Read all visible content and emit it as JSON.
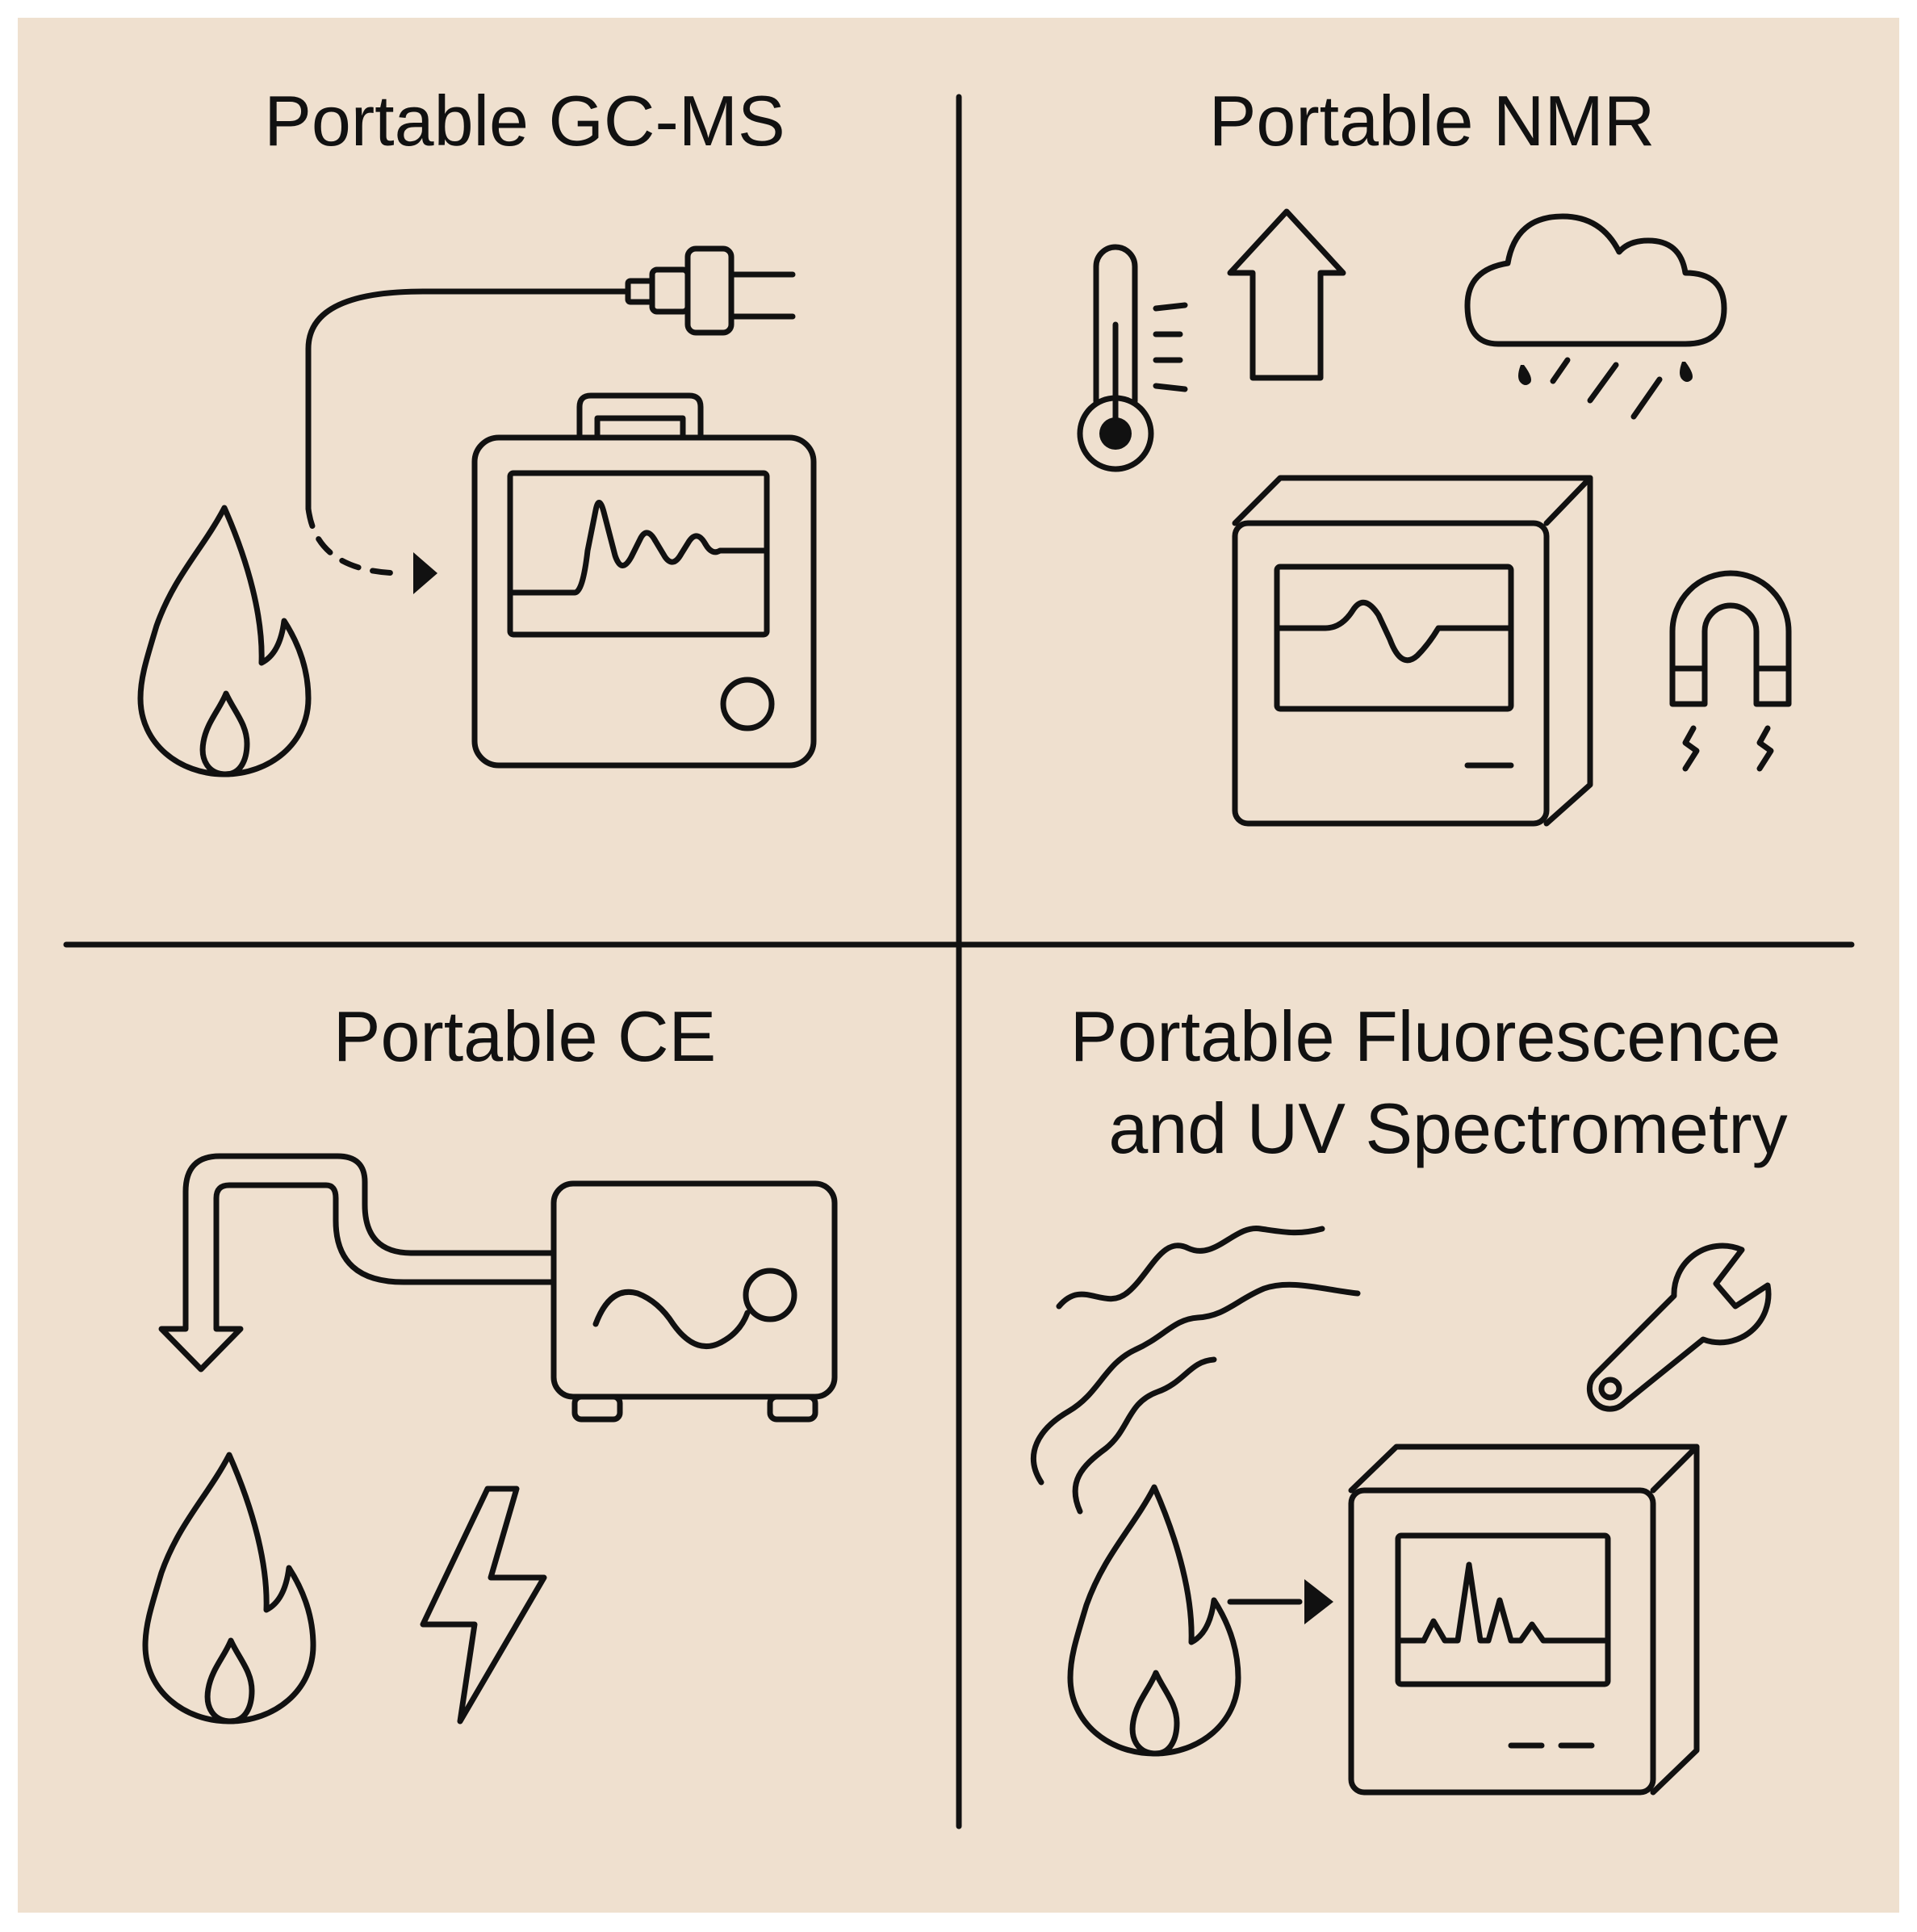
{
  "panels": [
    {
      "title_lines": [
        "Portable GC-MS"
      ],
      "icons": [
        "power-plug-icon",
        "dashed-arrow-icon",
        "flame-icon",
        "portable-analyzer-icon"
      ]
    },
    {
      "title_lines": [
        "Portable NMR"
      ],
      "icons": [
        "thermometer-icon",
        "up-arrow-icon",
        "rain-cloud-icon",
        "spectrometer-box-icon",
        "magnet-icon"
      ]
    },
    {
      "title_lines": [
        "Portable CE"
      ],
      "icons": [
        "capillary-tube-icon",
        "ce-device-icon",
        "flame-icon",
        "lightning-icon"
      ]
    },
    {
      "title_lines": [
        "Portable Fluorescence",
        "and UV Spectrometry"
      ],
      "icons": [
        "smoke-icon",
        "wrench-icon",
        "flame-icon",
        "arrow-icon",
        "spectrometer-box-icon"
      ]
    }
  ],
  "colors": {
    "background": "#efe0cf",
    "ink": "#111111",
    "border": "#ffffff"
  }
}
